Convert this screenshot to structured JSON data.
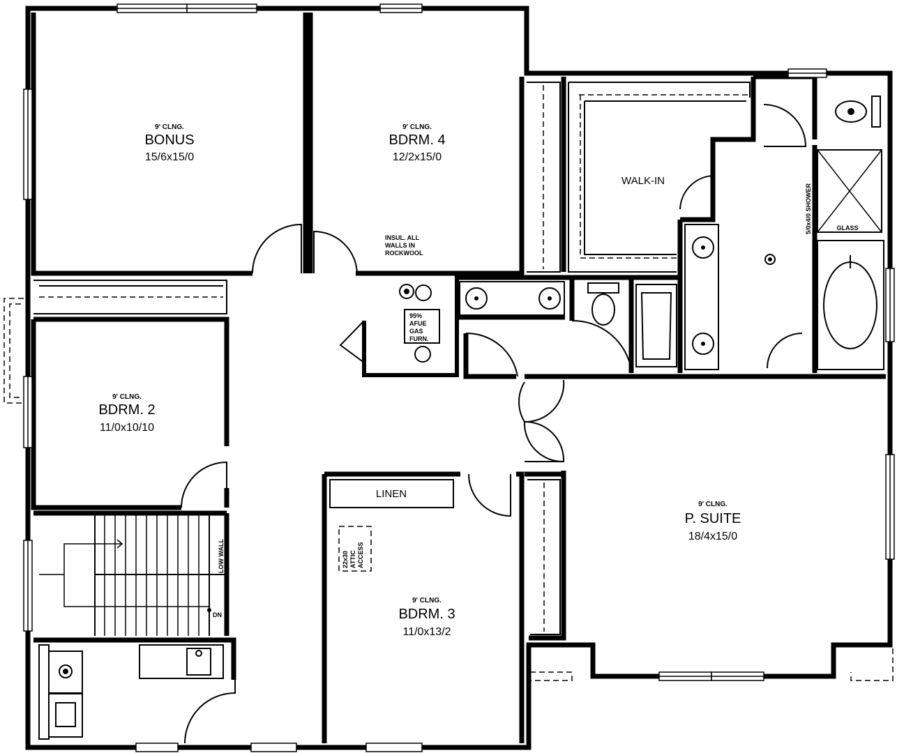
{
  "rooms": {
    "bonus": {
      "ceiling": "9' CLNG.",
      "name": "BONUS",
      "dims": "15/6x15/0"
    },
    "bdrm4": {
      "ceiling": "9' CLNG.",
      "name": "BDRM. 4",
      "dims": "12/2x15/0"
    },
    "bdrm2": {
      "ceiling": "9' CLNG.",
      "name": "BDRM. 2",
      "dims": "11/0x10/10"
    },
    "bdrm3": {
      "ceiling": "9' CLNG.",
      "name": "BDRM. 3",
      "dims": "11/0x13/2"
    },
    "psuite": {
      "ceiling": "9' CLNG.",
      "name": "P. SUITE",
      "dims": "18/4x15/0"
    }
  },
  "labels": {
    "walk_in": "WALK-IN",
    "linen": "LINEN",
    "insul": [
      "INSUL. ALL",
      "WALLS IN",
      "ROCKWOOL"
    ],
    "furnace": [
      "95%",
      "AFUE",
      "GAS",
      "FURN."
    ],
    "attic": [
      "22x30",
      "ATTIC",
      "ACCESS"
    ],
    "shower": "5/0x4/0 SHOWER",
    "glass": "GLASS",
    "low_wall": "LOW WALL",
    "stair_down": "DN"
  }
}
